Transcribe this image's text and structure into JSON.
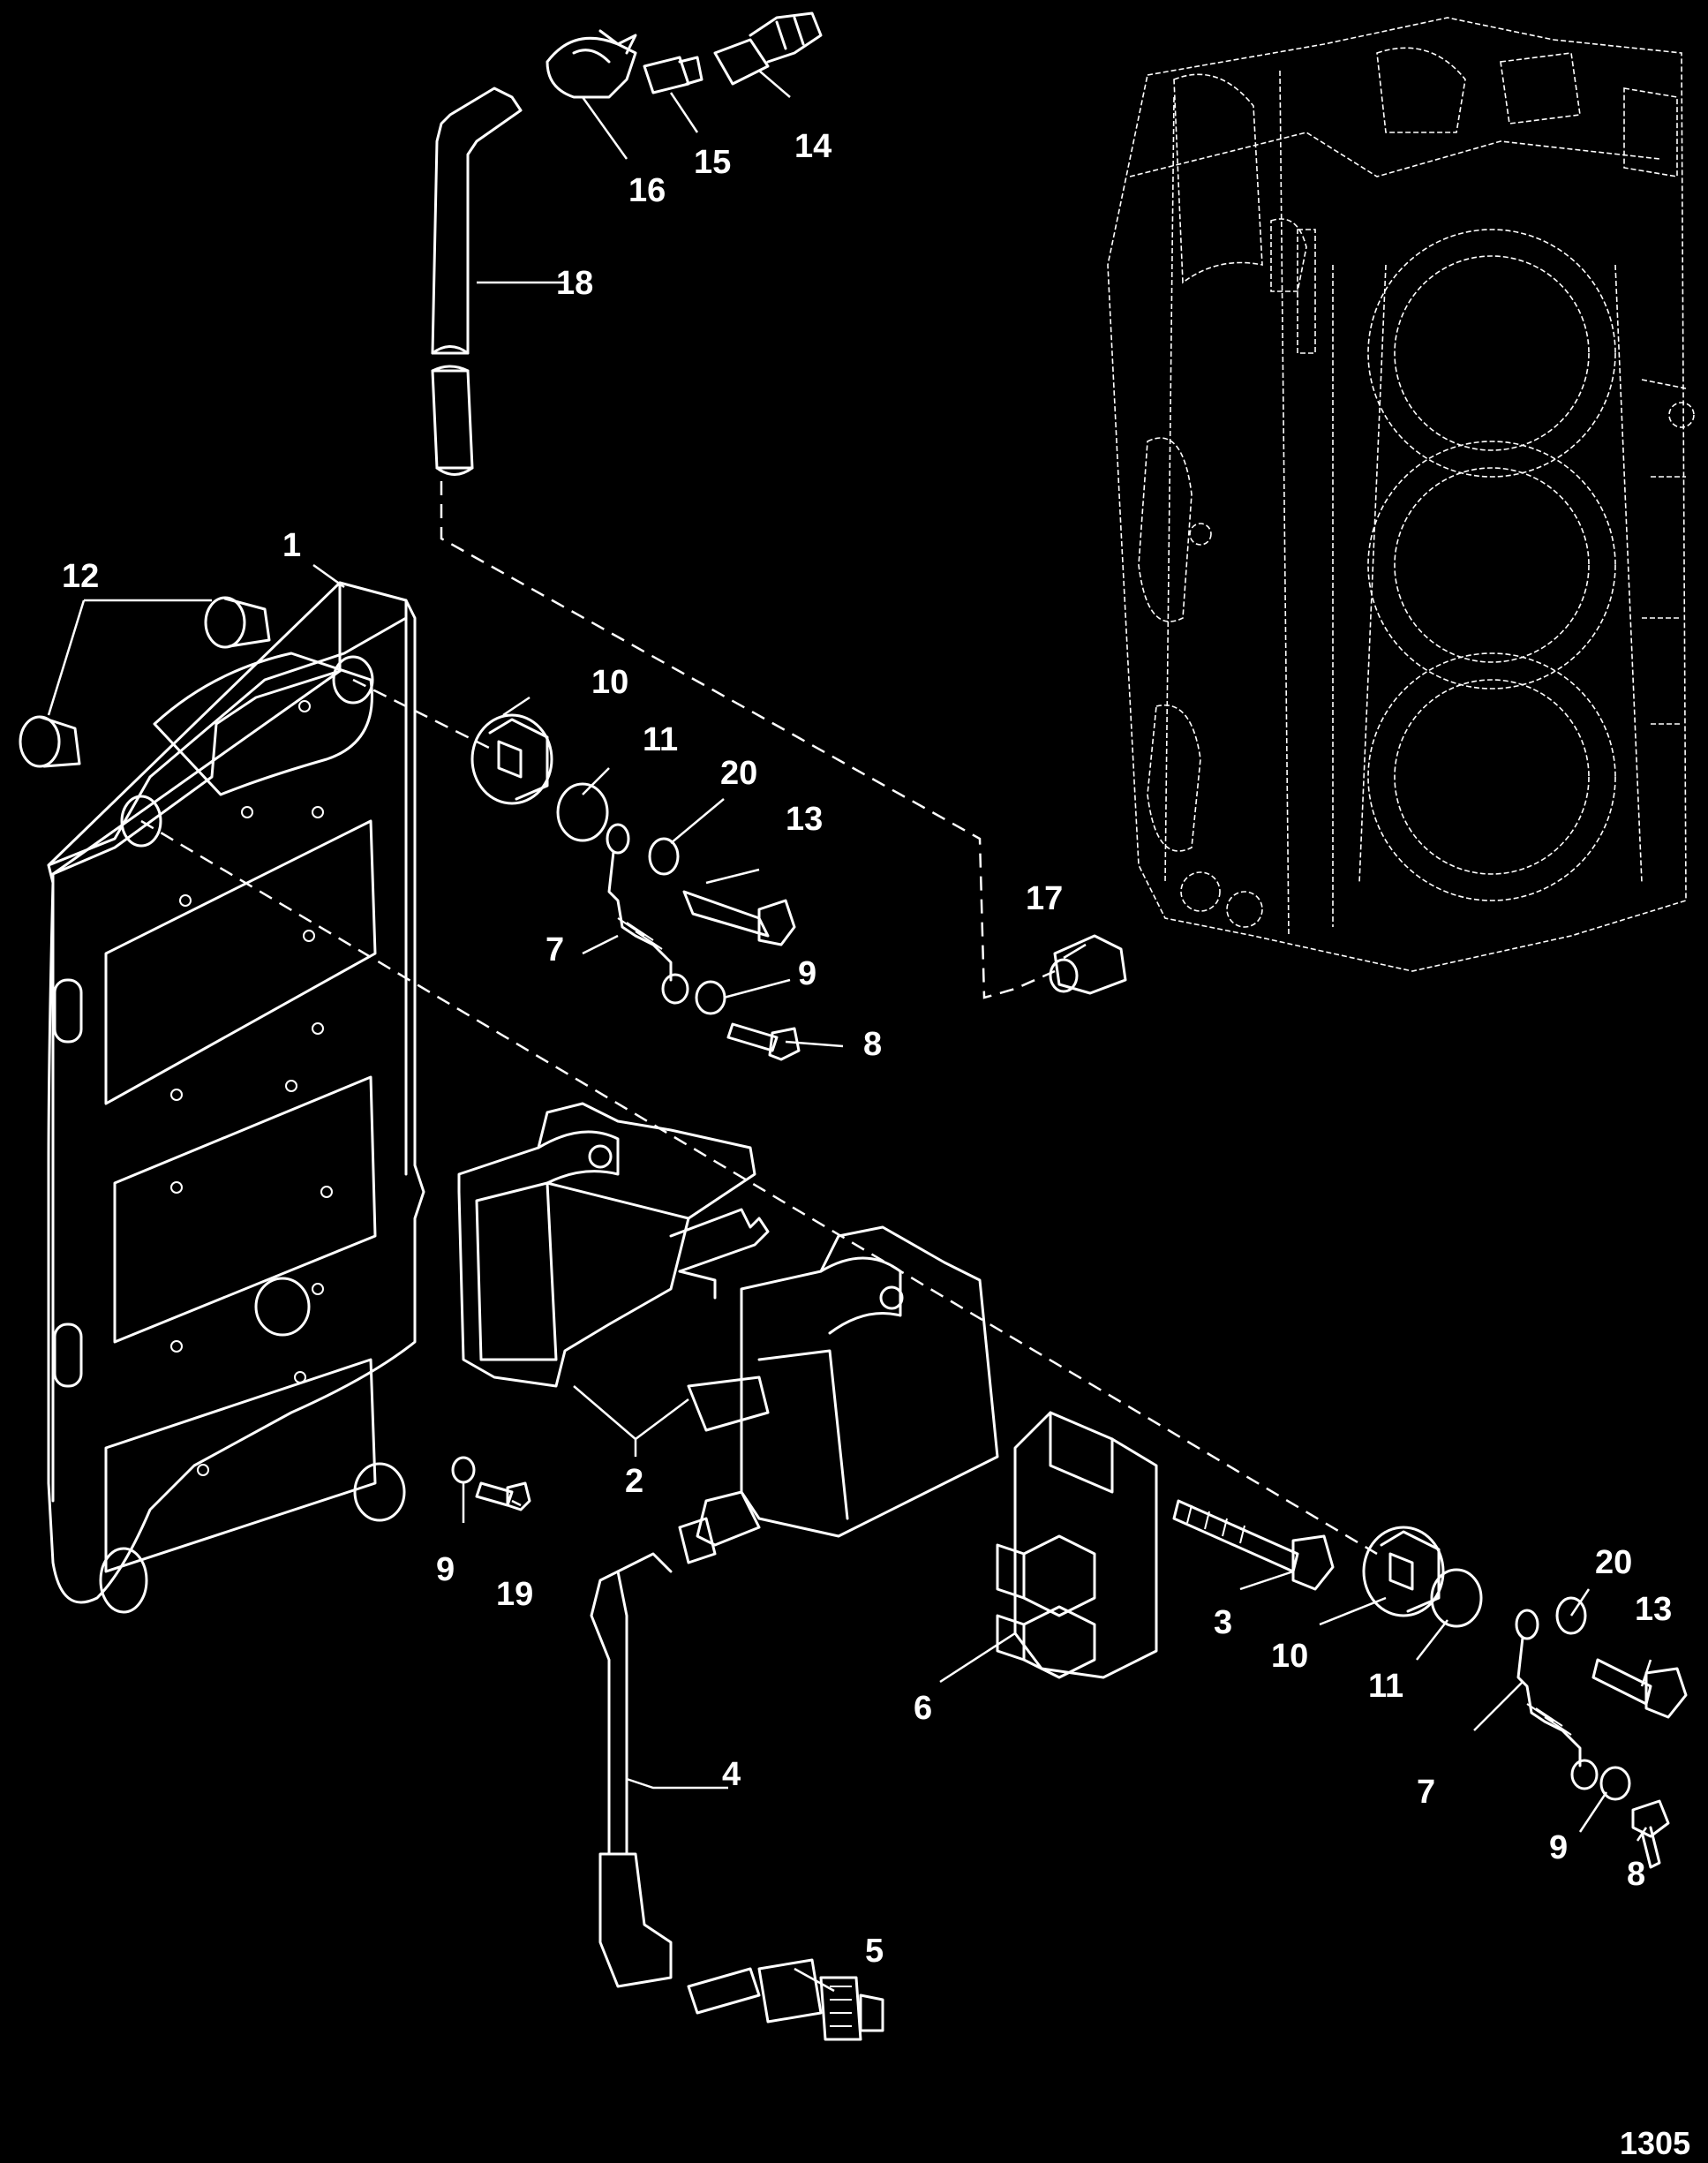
{
  "figure_number": "1305",
  "callouts": {
    "c1": "1",
    "c2": "2",
    "c3": "3",
    "c4": "4",
    "c5": "5",
    "c6": "6",
    "c7a": "7",
    "c7b": "7",
    "c8a": "8",
    "c8b": "8",
    "c9a": "9",
    "c9b": "9",
    "c9c": "9",
    "c10a": "10",
    "c10b": "10",
    "c11a": "11",
    "c11b": "11",
    "c12": "12",
    "c13a": "13",
    "c13b": "13",
    "c14": "14",
    "c15": "15",
    "c16": "16",
    "c17": "17",
    "c18": "18",
    "c19": "19",
    "c20a": "20",
    "c20b": "20"
  }
}
